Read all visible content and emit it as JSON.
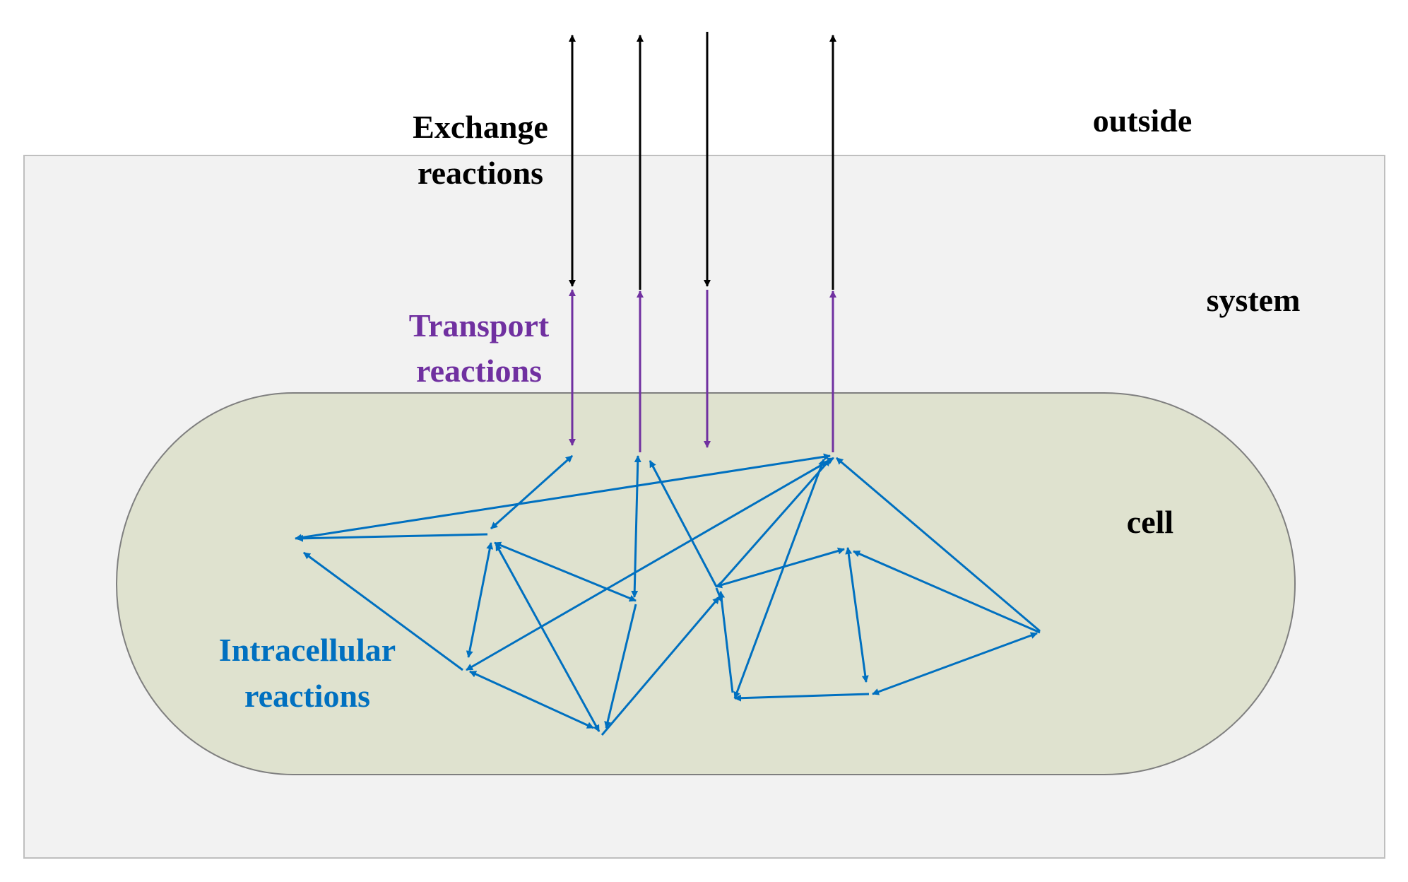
{
  "labels": {
    "outside": "outside",
    "system": "system",
    "cell": "cell",
    "exchange_line1": "Exchange",
    "exchange_line2": "reactions",
    "transport_line1": "Transport",
    "transport_line2": "reactions",
    "intracellular_line1": "Intracellular",
    "intracellular_line2": "reactions"
  },
  "colors": {
    "background": "#ffffff",
    "system_fill": "#f2f2f2",
    "system_stroke": "#bfbfbf",
    "cell_fill": "#dfe2cf",
    "cell_stroke": "#7f7f7f",
    "exchange": "#000000",
    "transport": "#7030a0",
    "intracellular": "#0070c0",
    "text_dark": "#000000"
  }
}
